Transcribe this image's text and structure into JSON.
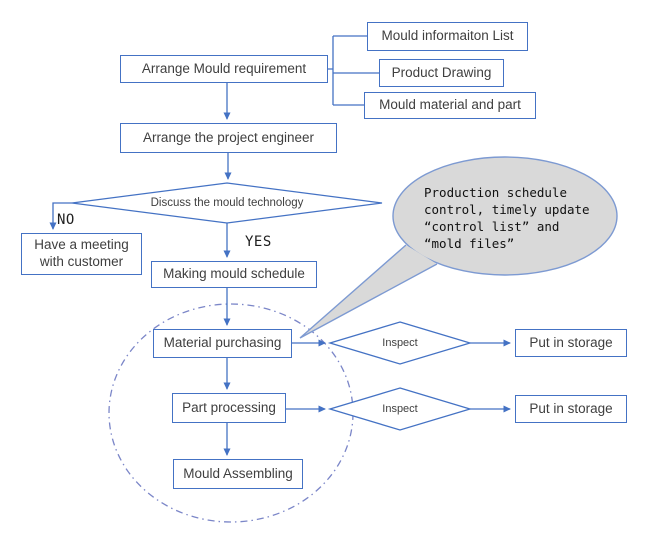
{
  "nodes": {
    "arrange_mould_requirement": {
      "label": "Arrange Mould requirement"
    },
    "mould_information_list": {
      "label": "Mould informaiton List"
    },
    "product_drawing": {
      "label": "Product Drawing"
    },
    "mould_material_and_part": {
      "label": "Mould material and part"
    },
    "arrange_project_engineer": {
      "label": "Arrange the project engineer"
    },
    "discuss_mould_technology": {
      "label": "Discuss the mould technology"
    },
    "have_meeting_with_customer": {
      "label": "Have a meeting with customer"
    },
    "making_mould_schedule": {
      "label": "Making mould schedule"
    },
    "material_purchasing": {
      "label": "Material purchasing"
    },
    "part_processing": {
      "label": "Part processing"
    },
    "mould_assembling": {
      "label": "Mould Assembling"
    },
    "inspect_1": {
      "label": "Inspect"
    },
    "inspect_2": {
      "label": "Inspect"
    },
    "put_in_storage_1": {
      "label": "Put in storage"
    },
    "put_in_storage_2": {
      "label": "Put in storage"
    }
  },
  "branch_labels": {
    "no": "NO",
    "yes": "YES"
  },
  "callout": {
    "text": "Production schedule\ncontrol, timely update\n“control list” and\n“mold files”"
  },
  "colors": {
    "line": "#4472c4",
    "box_border": "#4472c4",
    "dashed_circle": "#7b86c8",
    "callout_fill": "#d9d9d9",
    "callout_border": "#7d9ad2",
    "text": "#3f3f3f"
  }
}
